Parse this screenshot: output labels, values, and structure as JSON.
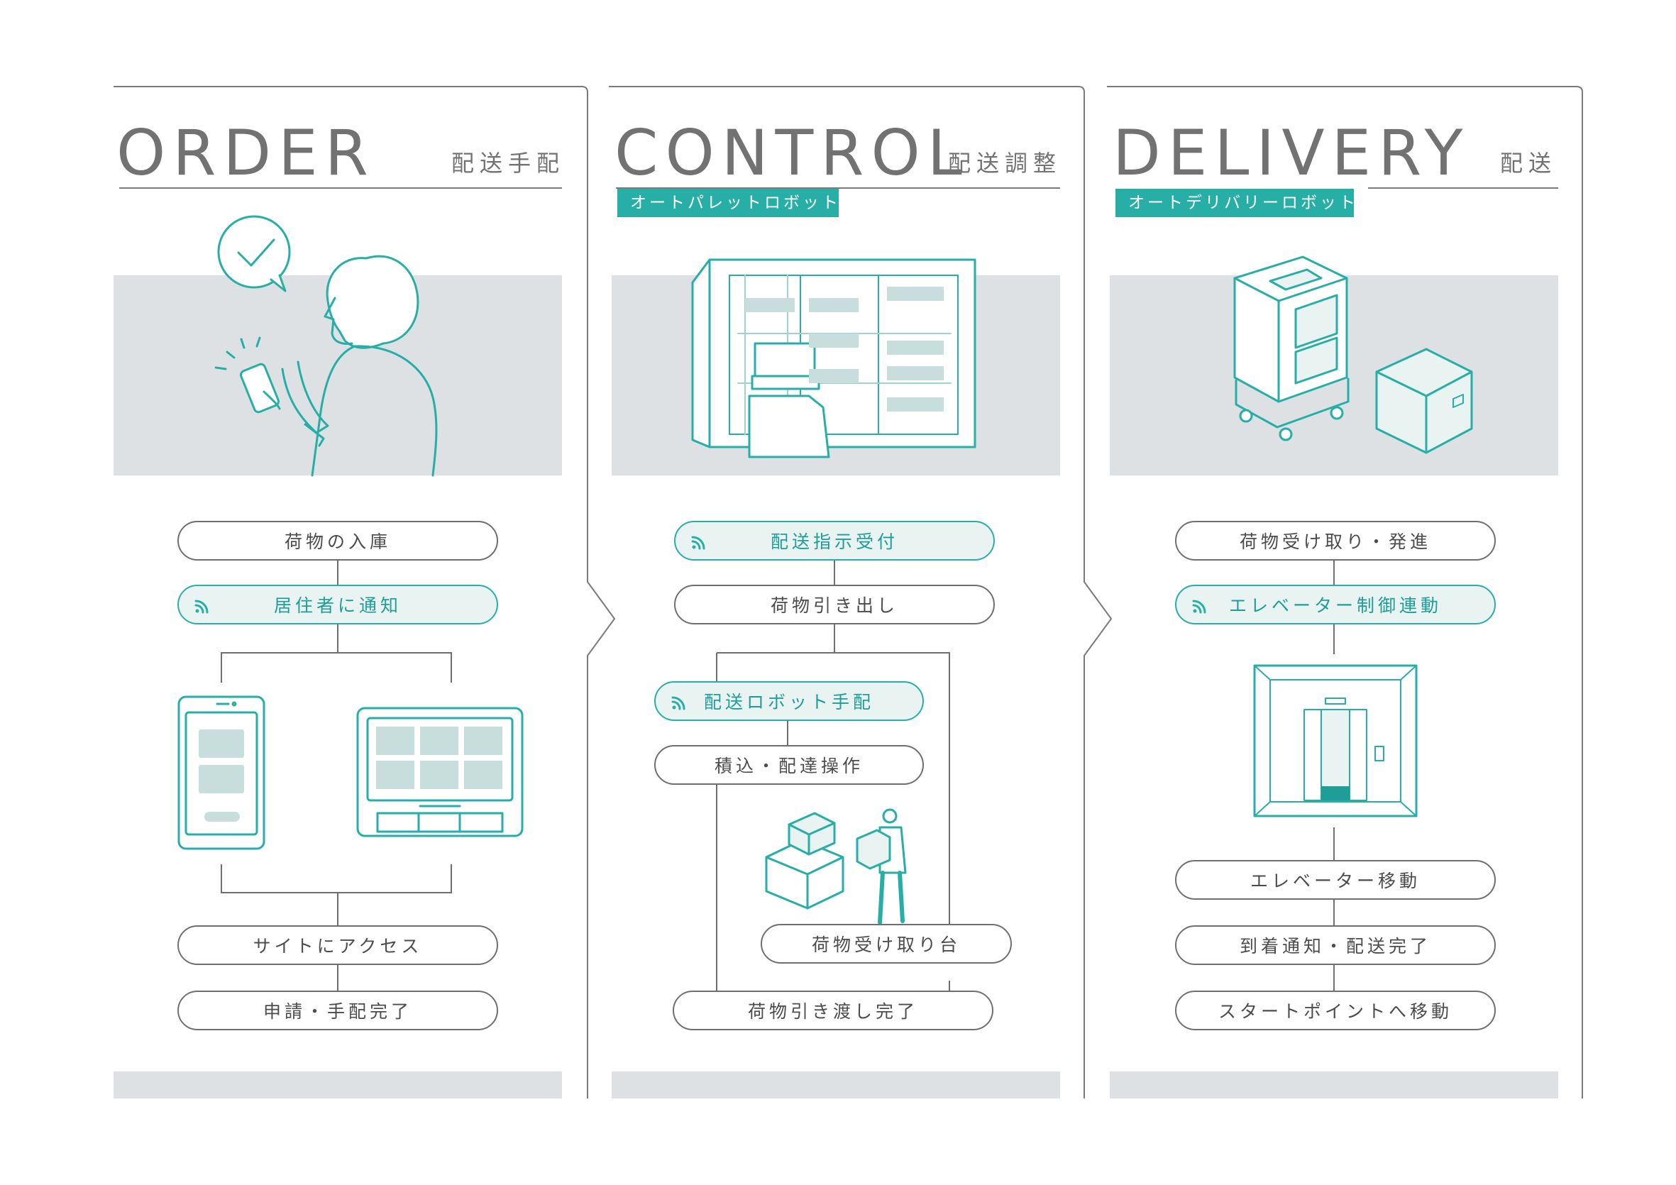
{
  "columns": [
    {
      "title": "ORDER",
      "subtitle": "配送手配",
      "steps": [
        "荷物の入庫",
        "居住者に通知",
        "サイトにアクセス",
        "申請・手配完了"
      ]
    },
    {
      "title": "CONTROL",
      "subtitle": "配送調整",
      "tag": "オートパレットロボット",
      "steps": [
        "配送指示受付",
        "荷物引き出し",
        "配送ロボット手配",
        "積込・配達操作",
        "荷物受け取り台",
        "荷物引き渡し完了"
      ]
    },
    {
      "title": "DELIVERY",
      "subtitle": "配送",
      "tag": "オートデリバリーロボット",
      "steps": [
        "荷物受け取り・発進",
        "エレベーター制御連動",
        "エレベーター移動",
        "到着通知・配送完了",
        "スタートポイントへ移動"
      ]
    }
  ],
  "colors": {
    "accent": "#27aea7",
    "accent_light": "#e9f3f2",
    "panel_grey": "#dde1e4",
    "line": "#6f6f6f"
  },
  "icons": [
    "checkmark-bubble-icon",
    "wifi-signal-icon",
    "smartphone-icon",
    "tablet-terminal-icon",
    "auto-pallet-robot-icon",
    "delivery-robot-icon",
    "package-box-icon",
    "elevator-icon",
    "worker-carrying-box-icon"
  ]
}
